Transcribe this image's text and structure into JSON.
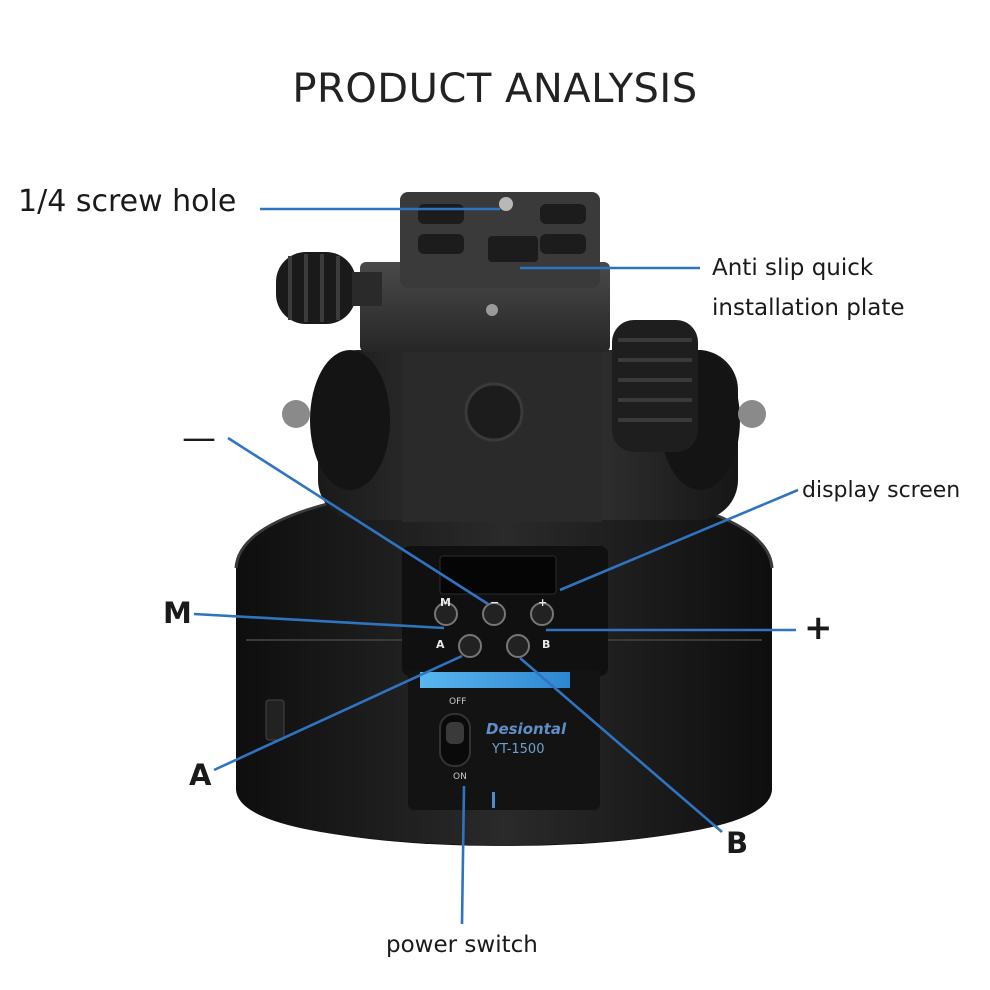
{
  "title": "PRODUCT ANALYSIS",
  "labels": {
    "screw_hole": "1/4 screw hole",
    "plate_line1": "Anti slip quick",
    "plate_line2": "installation plate",
    "display": "display screen",
    "minus": "—",
    "m": "M",
    "plus": "+",
    "a": "A",
    "b": "B",
    "power": "power switch"
  },
  "device": {
    "brand": "Desiontal",
    "model": "YT-1500",
    "switch_off": "OFF",
    "switch_on": "ON",
    "button_m": "M",
    "button_minus": "−",
    "button_plus": "+",
    "button_a": "A",
    "button_b": "B"
  },
  "colors": {
    "callout": "#2f74c0",
    "accent": "#2a8bd8",
    "body": "#1b1b1b"
  }
}
